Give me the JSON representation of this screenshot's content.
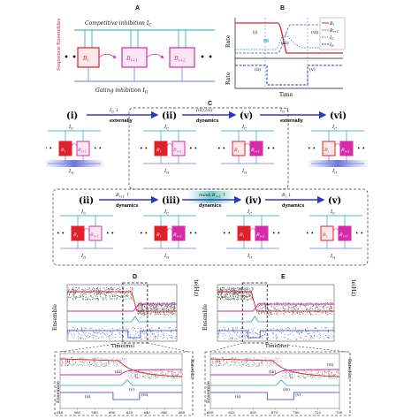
{
  "panels": {
    "a": "A",
    "b": "B",
    "c": "C",
    "d": "D",
    "e": "E"
  },
  "panel_a": {
    "top_label": "Competitive inhibition I",
    "top_sub": "C",
    "bottom_label": "Gating inhibition I",
    "bottom_sub": "G",
    "side_label": "Sequence Ensembles",
    "nodes": [
      "B",
      "B",
      "B"
    ],
    "node_subs": [
      "i",
      "i+1",
      "i+2"
    ]
  },
  "panel_b": {
    "ylabel_top": "Rate",
    "ylabel_bottom": "Rate",
    "xlabel": "Time",
    "marks": [
      "(i)",
      "(ii)",
      "(iii)",
      "(v)",
      "(vi)"
    ],
    "legend": [
      "B",
      "B",
      "I",
      "I"
    ],
    "legend_subs": [
      "i",
      "i+1",
      "C",
      "G"
    ]
  },
  "panel_c": {
    "row1_steps": [
      "(i)",
      "(ii)",
      "(v)",
      "(vi)"
    ],
    "row1_arrows": [
      "externally",
      "dynamics",
      "externally"
    ],
    "row1_arrow_tops": [
      "I",
      "(iii),(iv)",
      "I"
    ],
    "row1_arrow_top_subs": [
      "G",
      "",
      "G"
    ],
    "row1_arrow_top_suffix": [
      " ↓",
      "",
      " ↑"
    ],
    "row2_steps": [
      "(ii)",
      "(iii)",
      "(iv)",
      "(v)"
    ],
    "row2_arrows": [
      "dynamics",
      "dynamics",
      "dynamics"
    ],
    "row2_arrow_tops": [
      "B",
      "mask B",
      "B"
    ],
    "row2_arrow_top_subs": [
      "i+1",
      "i+1",
      "i"
    ],
    "row2_arrow_top_suffix": [
      " ↑",
      " ↑",
      " ↓"
    ],
    "ic": "I",
    "ic_sub": "C",
    "ig": "I",
    "ig_sub": "G",
    "bi": "B",
    "bi_sub": "i",
    "bi1": "B",
    "bi1_sub": "i+1"
  },
  "panel_d": {
    "ylabel": "Ensemble",
    "ylabel2": "Rate(Hz)",
    "xlabel": "Time(ms)",
    "zoom_ticks": [
      "540",
      "560",
      "580",
      "600",
      "620",
      "640",
      "660",
      "680"
    ],
    "zoom_marks": [
      "(i)",
      "(ii)",
      "(iii)",
      "(v)",
      "(vi)"
    ]
  },
  "panel_e": {
    "ylabel": "Ensemble",
    "ylabel2": "Rate(Hz)",
    "xlabel": "Time(ms)",
    "zoom_ticks": [
      "600",
      "625",
      "650",
      "675",
      "700",
      "725",
      "750"
    ],
    "zoom_marks": [
      "(i)",
      "(ii)",
      "(iii)",
      "(iv)",
      "(v)",
      "(vi)"
    ]
  },
  "colors": {
    "bi": "#e0202a",
    "bi1": "#d62aa8",
    "ic": "#19a9a6",
    "ig": "#2e37c9",
    "gate_glow": "#6f78e6"
  }
}
